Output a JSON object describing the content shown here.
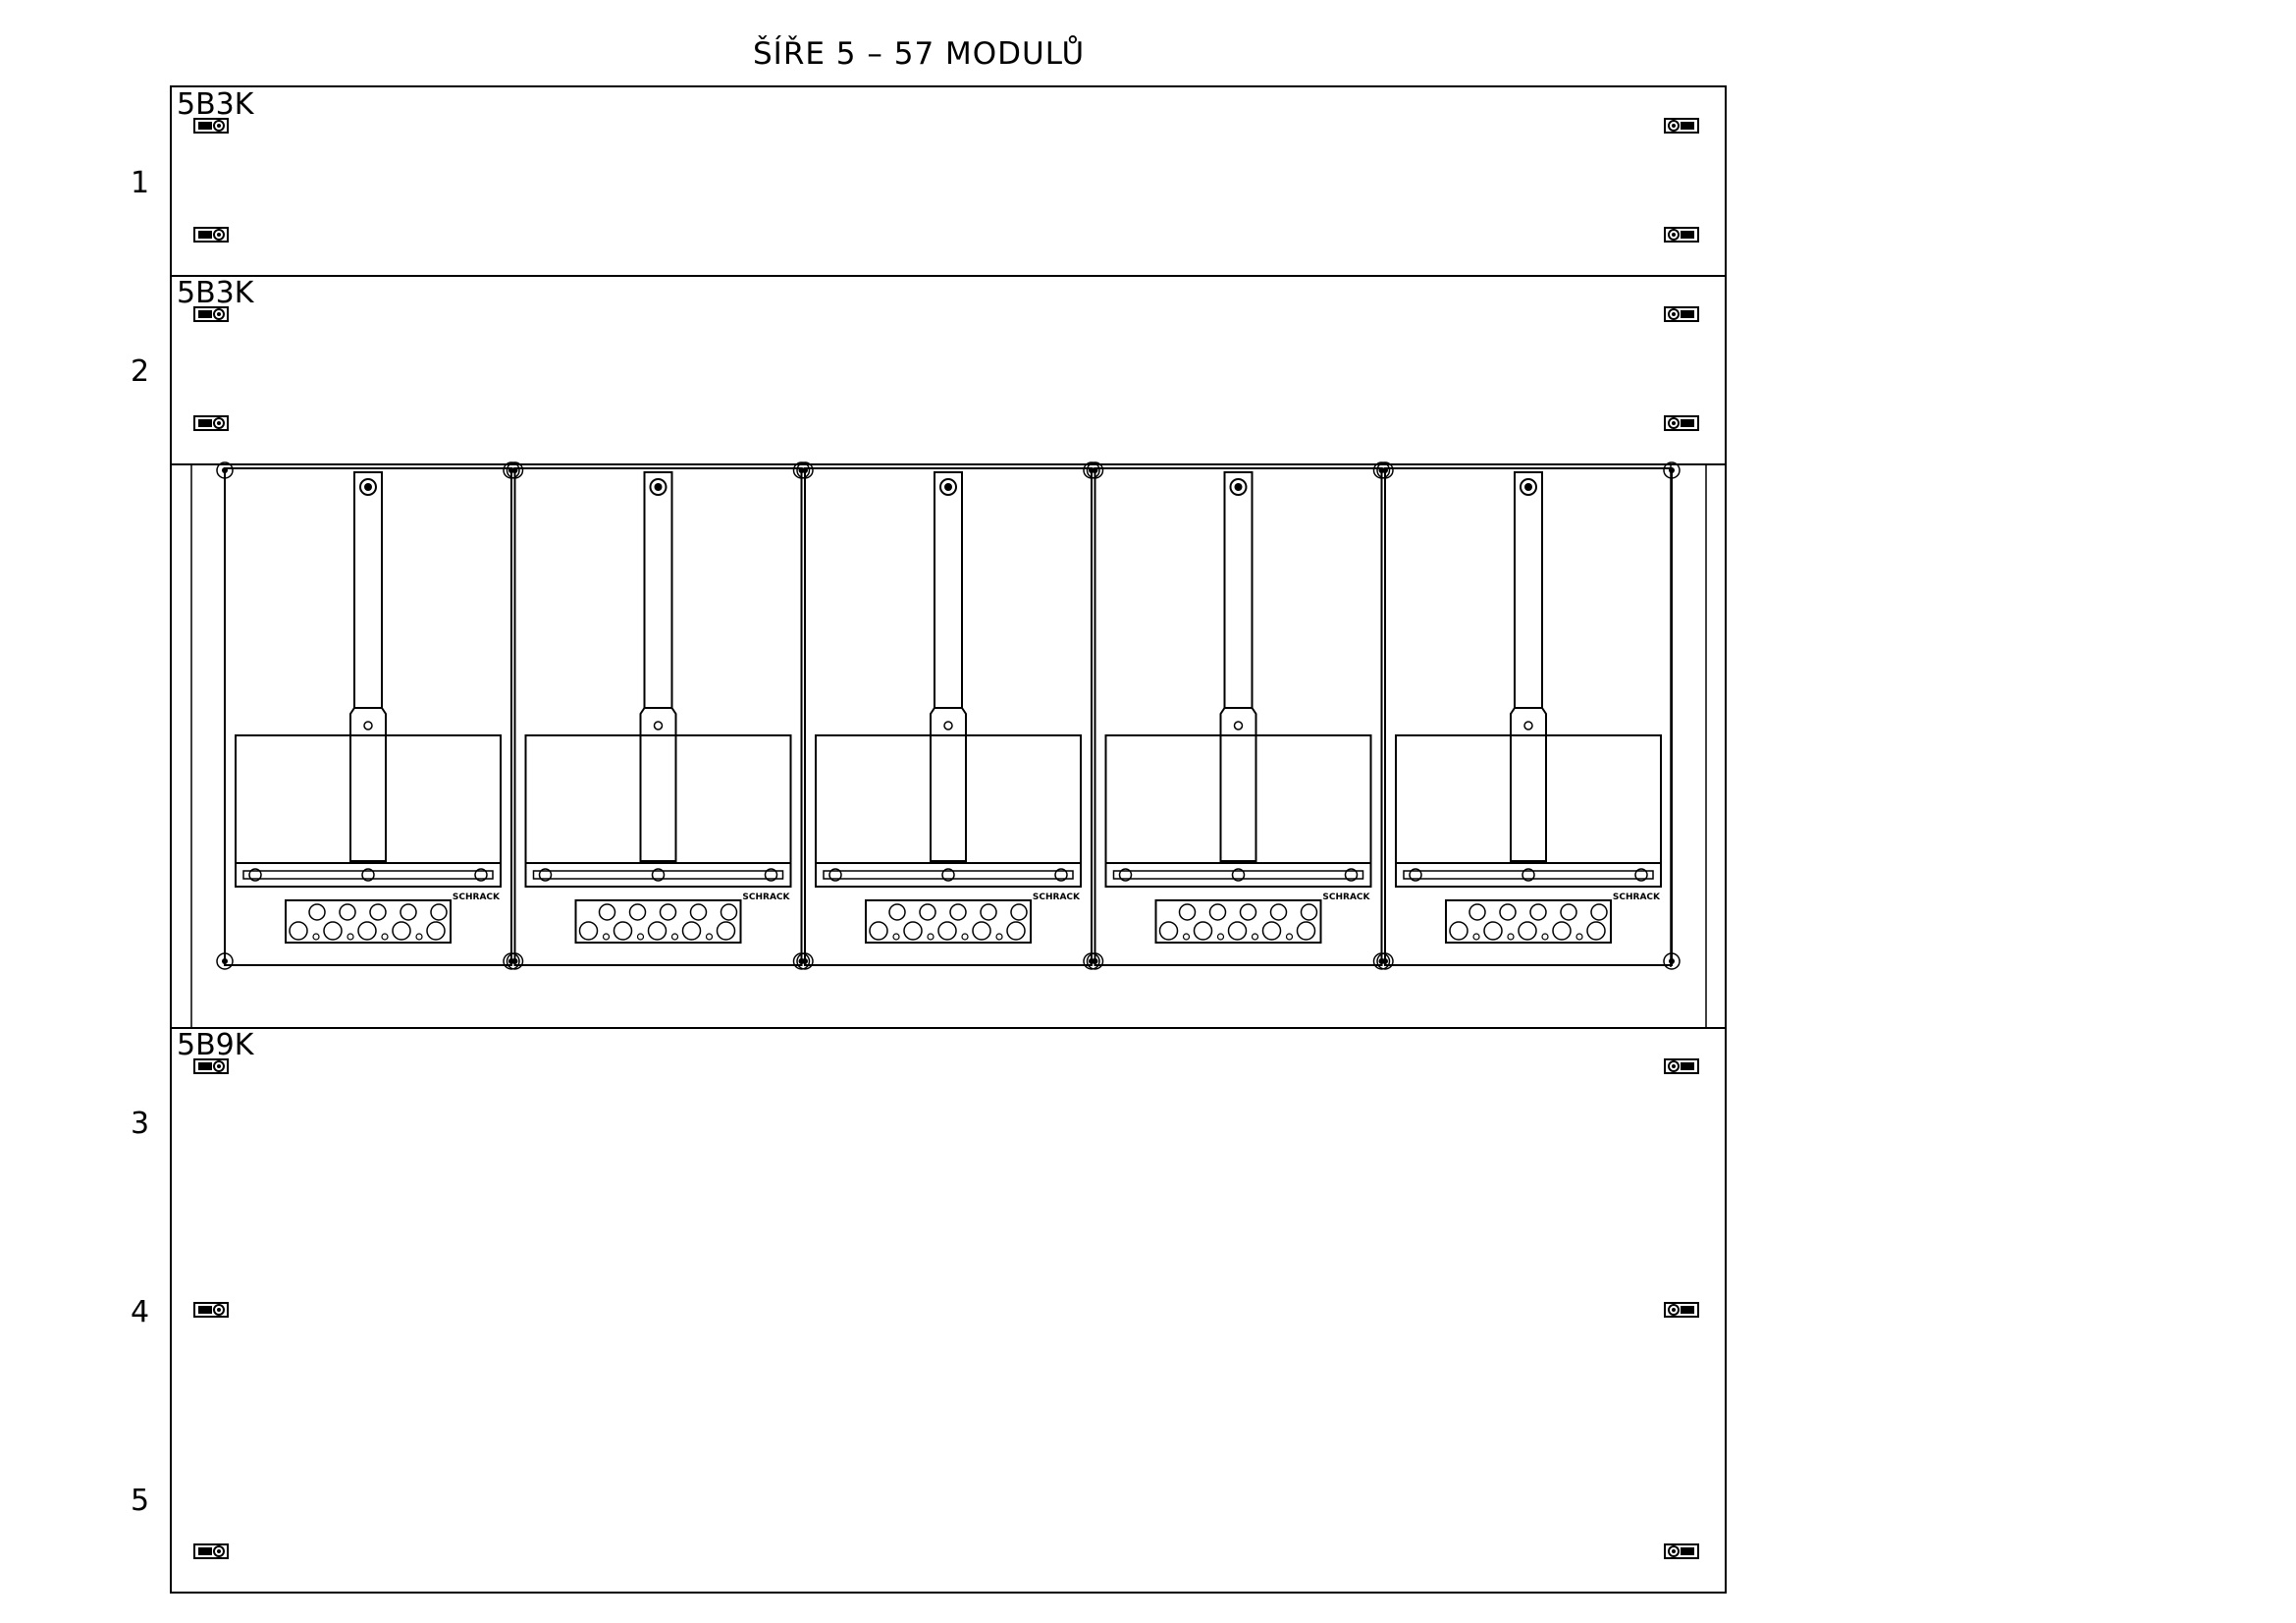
{
  "title": "ŠÍŘE 5 – 57 MODULŮ",
  "rows": [
    {
      "number": "1",
      "code": "5B3K"
    },
    {
      "number": "2",
      "code": "5B3K"
    },
    {
      "number": "3",
      "code": "5B9K"
    },
    {
      "number": "4"
    },
    {
      "number": "5"
    }
  ],
  "meter_modules": {
    "count": 5,
    "brand": "SCHRACK"
  },
  "colors": {
    "line": "#000000",
    "background": "#ffffff"
  }
}
